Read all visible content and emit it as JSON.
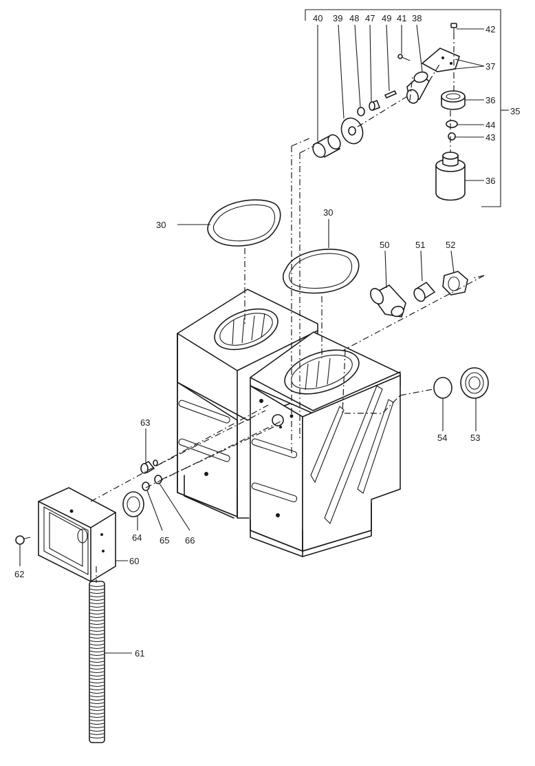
{
  "labels": {
    "p30a": "30",
    "p30b": "30",
    "p35": "35",
    "p36a": "36",
    "p36b": "36",
    "p37": "37",
    "p38": "38",
    "p39": "39",
    "p40": "40",
    "p41": "41",
    "p42": "42",
    "p43": "43",
    "p44": "44",
    "p47": "47",
    "p48": "48",
    "p49": "49",
    "p50": "50",
    "p51": "51",
    "p52": "52",
    "p53": "53",
    "p54": "54",
    "p60": "60",
    "p61": "61",
    "p62": "62",
    "p63": "63",
    "p64": "64",
    "p65": "65",
    "p66": "66"
  }
}
